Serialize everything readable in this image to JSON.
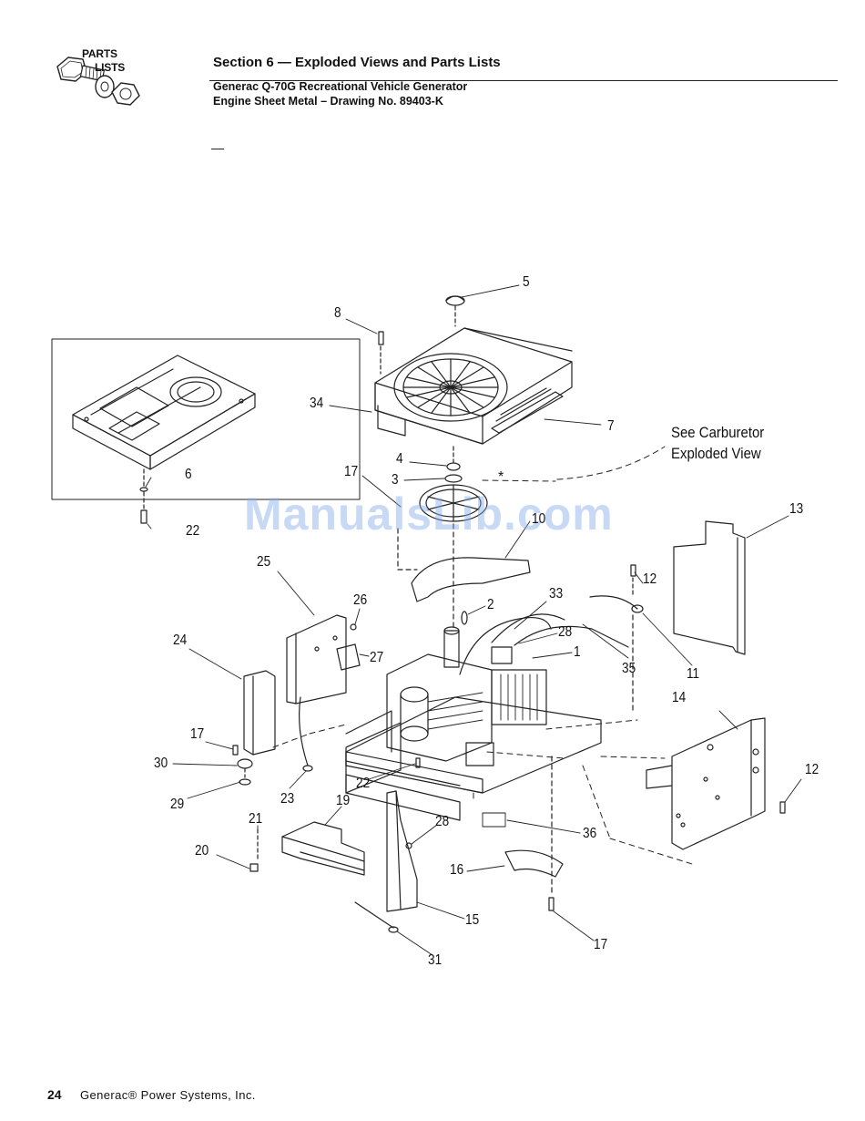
{
  "header": {
    "logo_words": [
      "PARTS",
      "LISTS"
    ],
    "section_title": "Section 6 — Exploded Views and Parts Lists",
    "subtitle_line_1": "Generac Q-70G Recreational Vehicle Generator",
    "subtitle_line_2": "Engine Sheet Metal – Drawing No. 89403-K"
  },
  "watermark": "ManualsLib.com",
  "note": {
    "line_1": "See Carburetor",
    "line_2": "Exploded View",
    "asterisk": "*"
  },
  "callouts": {
    "c5": "5",
    "c8": "8",
    "c34": "34",
    "c7": "7",
    "c4": "4",
    "c3": "3",
    "c17a": "17",
    "c10": "10",
    "c6": "6",
    "c22a": "22",
    "c25": "25",
    "c26": "26",
    "c27": "27",
    "c24": "24",
    "c2": "2",
    "c33": "33",
    "c28a": "28",
    "c1": "1",
    "c35": "35",
    "c12a": "12",
    "c11": "11",
    "c13": "13",
    "c14": "14",
    "c12b": "12",
    "c17b": "17",
    "c30": "30",
    "c29": "29",
    "c23": "23",
    "c22b": "22",
    "c19": "19",
    "c21": "21",
    "c20": "20",
    "c28b": "28",
    "c36": "36",
    "c16": "16",
    "c15": "15",
    "c31": "31",
    "c17c": "17"
  },
  "footer": {
    "page_number": "24",
    "company": "Generac® Power Systems, Inc."
  }
}
